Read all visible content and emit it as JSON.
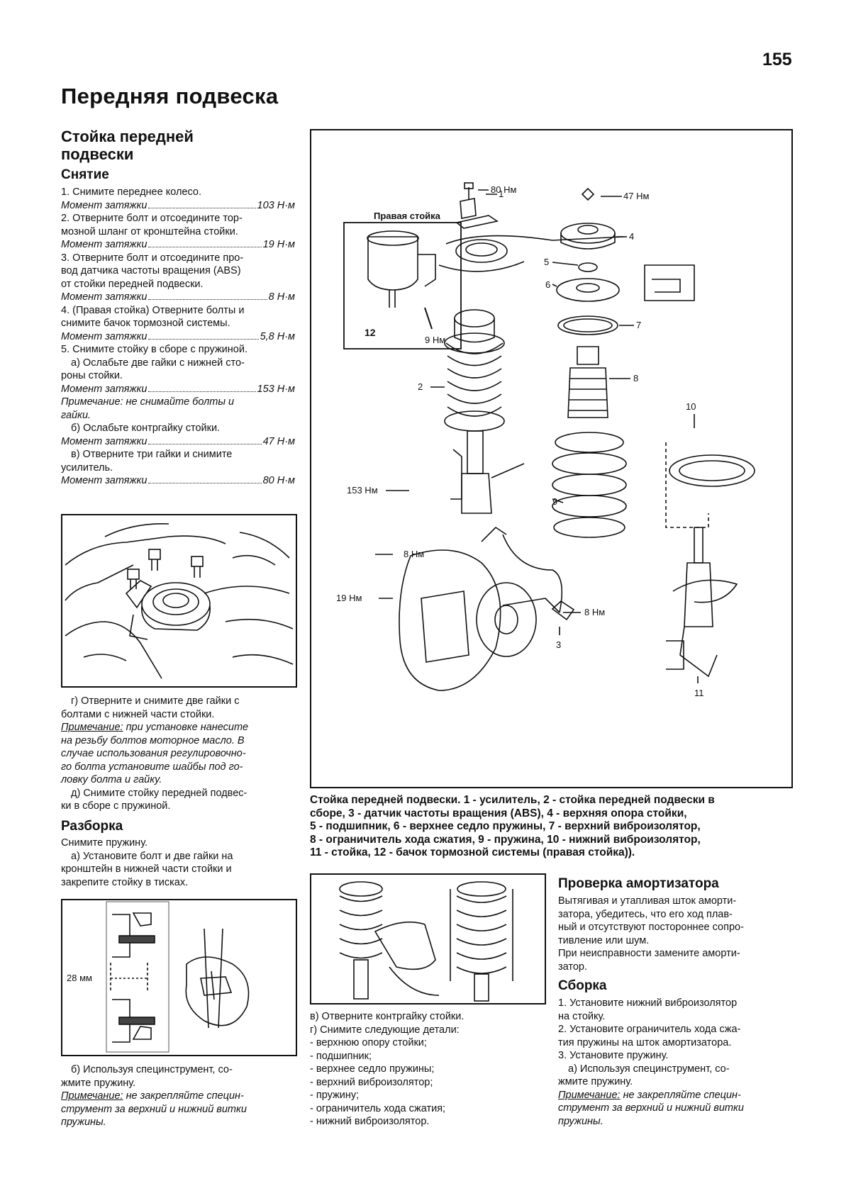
{
  "page_number": "155",
  "page_title": "Передняя подвеска",
  "section_title_line1": "Стойка передней",
  "section_title_line2": "подвески",
  "removal": {
    "heading": "Снятие",
    "lines": [
      "1. Снимите переднее колесо.",
      {
        "torque_label": "Момент затяжки",
        "torque_value": "103 Н·м"
      },
      "2. Отверните болт и отсоедините тор-",
      "мозной шланг от кронштейна стойки.",
      {
        "torque_label": "Момент затяжки",
        "torque_value": "19 Н·м"
      },
      "3. Отверните болт и отсоедините про-",
      "вод датчика частоты вращения (ABS)",
      "от стойки передней подвески.",
      {
        "torque_label": "Момент затяжки",
        "torque_value": "8 Н·м"
      },
      "4. (Правая стойка) Отверните болты и",
      "снимите бачок тормозной системы.",
      {
        "torque_label": "Момент затяжки",
        "torque_value": "5,8 Н·м"
      },
      "5. Снимите стойку в сборе с пружиной.",
      "а) Ослабьте две гайки с нижней сто-",
      "роны стойки.",
      {
        "torque_label": "Момент затяжки",
        "torque_value": "153 Н·м"
      },
      "Примечание: не снимайте болты и",
      "гайки.",
      "б) Ослабьте контргайку стойки.",
      {
        "torque_label": "Момент затяжки",
        "torque_value": "47 Н·м"
      },
      "в) Отверните три гайки и снимите",
      "усилитель.",
      {
        "torque_label": "Момент затяжки",
        "torque_value": "80 Н·м"
      }
    ]
  },
  "step_g": [
    "г) Отверните и снимите две гайки с",
    "болтами с нижней части стойки."
  ],
  "note_g": {
    "label": "Примечание:",
    "lines": [
      "при установке нанесите",
      "на резьбу болтов моторное масло. В",
      "случае использования регулировочно-",
      "го болта установите шайбы под го-",
      "ловку болта и гайку."
    ]
  },
  "step_d": [
    "д) Снимите стойку передней подвес-",
    "ки в сборе с пружиной."
  ],
  "disassembly": {
    "heading": "Разборка",
    "lines": [
      "Снимите пружину.",
      "а) Установите болт и две гайки на",
      "кронштейн в нижней части стойки и",
      "закрепите стойку в тисках."
    ]
  },
  "fig_vise_label": "28 мм",
  "step_b2": [
    "б) Используя специнструмент, со-",
    "жмите пружину."
  ],
  "note_b2": {
    "label": "Примечание:",
    "lines": [
      "не закрепляйте специн-",
      "струмент за верхний и нижний витки",
      "пружины."
    ]
  },
  "main_diagram": {
    "inset_title": "Правая стойка",
    "inset_part": "12",
    "inset_torque": "9 Нм",
    "labels": {
      "t80": "80 Нм",
      "t47": "47 Нм",
      "t153": "153 Нм",
      "t8a": "8 Нм",
      "t19": "19 Нм",
      "t8b": "8 Нм",
      "p1": "1",
      "p2": "2",
      "p3": "3",
      "p4": "4",
      "p5": "5",
      "p6": "6",
      "p7": "7",
      "p8": "8",
      "p9": "9",
      "p10": "10",
      "p11": "11"
    }
  },
  "caption_lines": [
    "Стойка передней подвески. 1 - усилитель, 2 - стойка передней подвески в",
    "сборе, 3 - датчик частоты вращения (ABS), 4 - верхняя опора стойки,",
    "5 - подшипник, 6 - верхнее седло пружины, 7 - верхний виброизолятор,",
    "8 - ограничитель хода сжатия, 9 - пружина, 10 - нижний виброизолятор,",
    "11 - стойка, 12 - бачок тормозной системы (правая стойка))."
  ],
  "mid_steps": {
    "lines": [
      "в) Отверните контргайку стойки.",
      "г) Снимите следующие детали:"
    ],
    "items": [
      "- верхнюю опору стойки;",
      "- подшипник;",
      "- верхнее седло пружины;",
      "- верхний виброизолятор;",
      "- пружину;",
      "- ограничитель хода сжатия;",
      "- нижний виброизолятор."
    ]
  },
  "check": {
    "heading": "Проверка амортизатора",
    "lines": [
      "Вытягивая и утапливая шток аморти-",
      "затора, убедитесь, что его ход плав-",
      "ный и отсутствуют постороннее сопро-",
      "тивление или шум.",
      "При неисправности замените аморти-",
      "затор."
    ]
  },
  "assembly": {
    "heading": "Сборка",
    "lines": [
      "1. Установите нижний виброизолятор",
      "на стойку.",
      "2. Установите ограничитель хода сжа-",
      "тия пружины на шток амортизатора.",
      "3. Установите пружину.",
      "а) Используя специнструмент, со-",
      "жмите пружину."
    ],
    "note_label": "Примечание:",
    "note_lines": [
      "не закрепляйте специн-",
      "струмент за верхний и нижний витки",
      "пружины."
    ]
  }
}
